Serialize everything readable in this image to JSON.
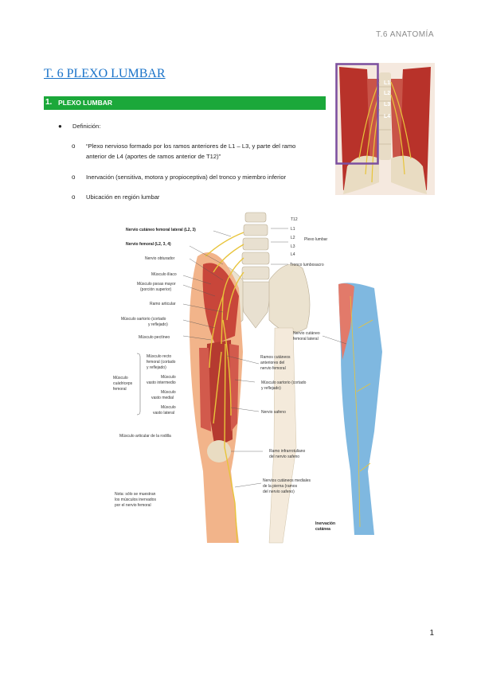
{
  "header": {
    "chapter": "T.6 ANATOMÍA"
  },
  "title": "T. 6 PLEXO LUMBAR",
  "section": {
    "number": "1.",
    "label": "PLEXO LUMBAR"
  },
  "bullet": {
    "label": "Definición:"
  },
  "items": [
    {
      "line1": "“Plexo nervioso formado por los ramos anteriores de L1 – L3, y parte del ramo",
      "line2": "anterior de L4 (aportes de ramos anterior de T12)”"
    },
    {
      "line1": "Inervación (sensitiva, motora y propioceptiva) del tronco y miembro inferior"
    },
    {
      "line1": "Ubicación en región lumbar"
    }
  ],
  "top_figure": {
    "levels": [
      "L1",
      "L2",
      "L3",
      "L4"
    ],
    "highlight_color": "#7b4fa0"
  },
  "main_figure": {
    "vertebra_labels": [
      "T12",
      "L1",
      "L2",
      "L3",
      "L4"
    ],
    "plexus_label": "Plexo lumbar",
    "trunk_label": "Tronco lumbosacro",
    "left_labels": [
      "Nervio cutáneo femoral lateral (L2, 3)",
      "Nervio femoral (L2, 3, 4)",
      "Nervio obturador",
      "Músculo ilíaco",
      "Músculo psoas mayor",
      "(porción superior)",
      "Ramo articular",
      "Músculo sartorio (cortado",
      "y reflejado)",
      "Músculo pectíneo",
      "Músculo recto",
      "femoral (cortado",
      "y reflejado)",
      "Músculo",
      "vasto intermedio",
      "Músculo",
      "vasto medial",
      "Músculo",
      "vasto lateral",
      "Músculo articular de la rodilla"
    ],
    "quadriceps_label": [
      "Músculo",
      "cuádriceps",
      "femoral"
    ],
    "right_labels": [
      "Ramos cutáneos",
      "anteriores del",
      "nervio femoral",
      "Músculo sartorio (cortado",
      "y reflejado)",
      "Nervio safeno",
      "Ramo infrarrotuliano",
      "del nervio safeno",
      "Nervios cutáneos mediales",
      "de la pierna (ramos",
      "del nervio safeno)"
    ],
    "lateral_cutaneous_label": [
      "Nervio cutáneo",
      "femoral lateral"
    ],
    "note": [
      "Nota: sólo se muestran",
      "los músculos inervados",
      "por el nervio femoral"
    ],
    "cutaneous_label": [
      "Inervación",
      "cutánea"
    ],
    "colors": {
      "muscle": "#c8463a",
      "skin": "#f2b48a",
      "nerve": "#e8c43a",
      "cutaneous_blue": "#7fb8e0",
      "cutaneous_red": "#e27a6a"
    }
  },
  "page_number": "1"
}
